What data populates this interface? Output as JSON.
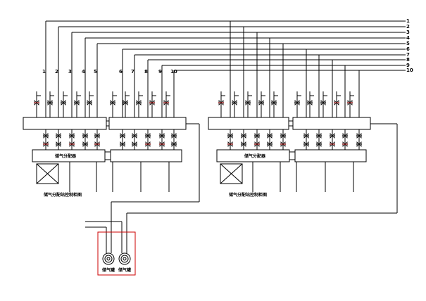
{
  "line_numbers": [
    "1",
    "2",
    "3",
    "4",
    "5",
    "6",
    "7",
    "8",
    "9",
    "10"
  ],
  "left_group": {
    "numbers": [
      "1",
      "2",
      "3",
      "4",
      "5",
      "6",
      "7",
      "8",
      "9",
      "10"
    ],
    "manifold_label": "储气分配器",
    "caption": "储气分配站控制柜图"
  },
  "right_group": {
    "manifold_label": "储气分配器",
    "caption": "储气分配站控制柜图"
  },
  "supply": {
    "left_tank_label": "储气罐",
    "right_tank_label": "储气罐"
  },
  "colors": {
    "line": "#000000",
    "valve_accent": "#cc0000",
    "frame": "#cc0000"
  }
}
